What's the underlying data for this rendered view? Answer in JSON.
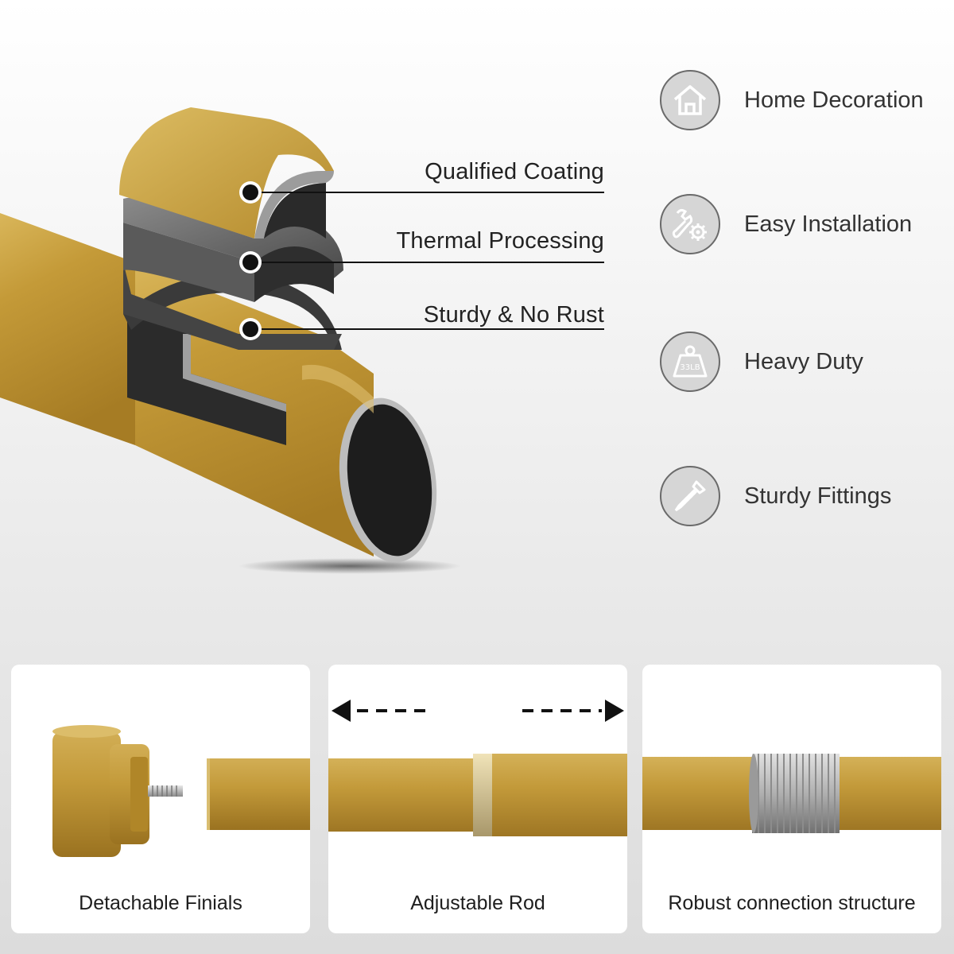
{
  "callouts": [
    {
      "label": "Qualified Coating"
    },
    {
      "label": "Thermal Processing"
    },
    {
      "label": "Sturdy & No Rust"
    }
  ],
  "features": [
    {
      "label": "Home Decoration",
      "icon": "house-icon"
    },
    {
      "label": "Easy Installation",
      "icon": "wrench-gear-icon"
    },
    {
      "label": "Heavy Duty",
      "icon": "weight-icon",
      "badge": "33LB"
    },
    {
      "label": "Sturdy Fittings",
      "icon": "screw-icon"
    }
  ],
  "cards": [
    {
      "caption": "Detachable Finials"
    },
    {
      "caption": "Adjustable Rod"
    },
    {
      "caption": "Robust connection structure"
    }
  ],
  "colors": {
    "gold": "#c9a23f",
    "gold_dark": "#a37a22",
    "gray_layer": "#5a5a5a",
    "dark_layer": "#2e2e2e",
    "icon_ring": "#6a6a6a"
  }
}
